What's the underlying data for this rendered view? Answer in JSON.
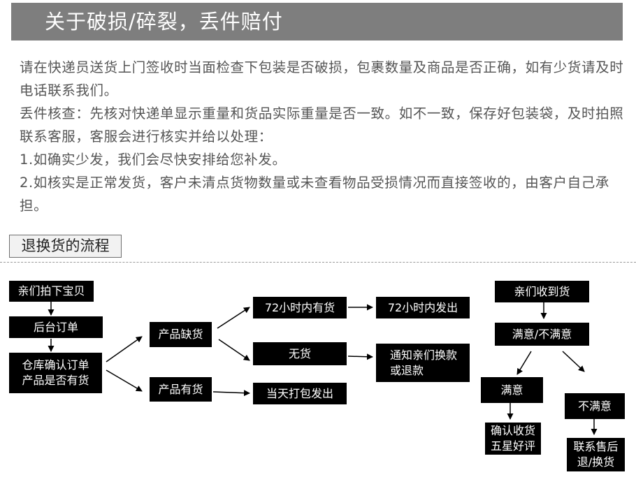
{
  "banner": {
    "title": "关于破损/碎裂，丢件赔付"
  },
  "policy": {
    "paragraphs": [
      "请在快递员送货上门签收时当面检查下包装是否破损，包裹数量及商品是否正确，如有少货请及时电话联系我们。",
      "丢件核查：先核对快递单显示重量和货品实际重量是否一致。如不一致，保存好包装袋，及时拍照联系客服，客服会进行核实并给以处理：",
      "1.如确实少发，我们会尽快安排给您补发。",
      "2.如核实是正常发货，客户未清点货物数量或未查看物品受损情况而直接签收的，由客户自己承担。"
    ]
  },
  "section": {
    "label": "退换货的流程"
  },
  "flow": {
    "buy": "亲们拍下宝贝",
    "backend_order": "后台订单",
    "warehouse_check": "仓库确认订单\n产品是否有货",
    "out_of_stock": "产品缺货",
    "in_stock": "产品有货",
    "stock_72h": "72小时内有货",
    "ship_72h": "72小时内发出",
    "no_stock": "无货",
    "notify": "通知亲们换款\n或退款",
    "same_day": "当天打包发出",
    "received": "亲们收到货",
    "satisfied_or_not": "满意/不满意",
    "satisfied": "满意",
    "confirm_review": "确认收货\n五星好评",
    "not_satisfied": "不满意",
    "contact_aftersales": "联系售后\n退/换货"
  }
}
